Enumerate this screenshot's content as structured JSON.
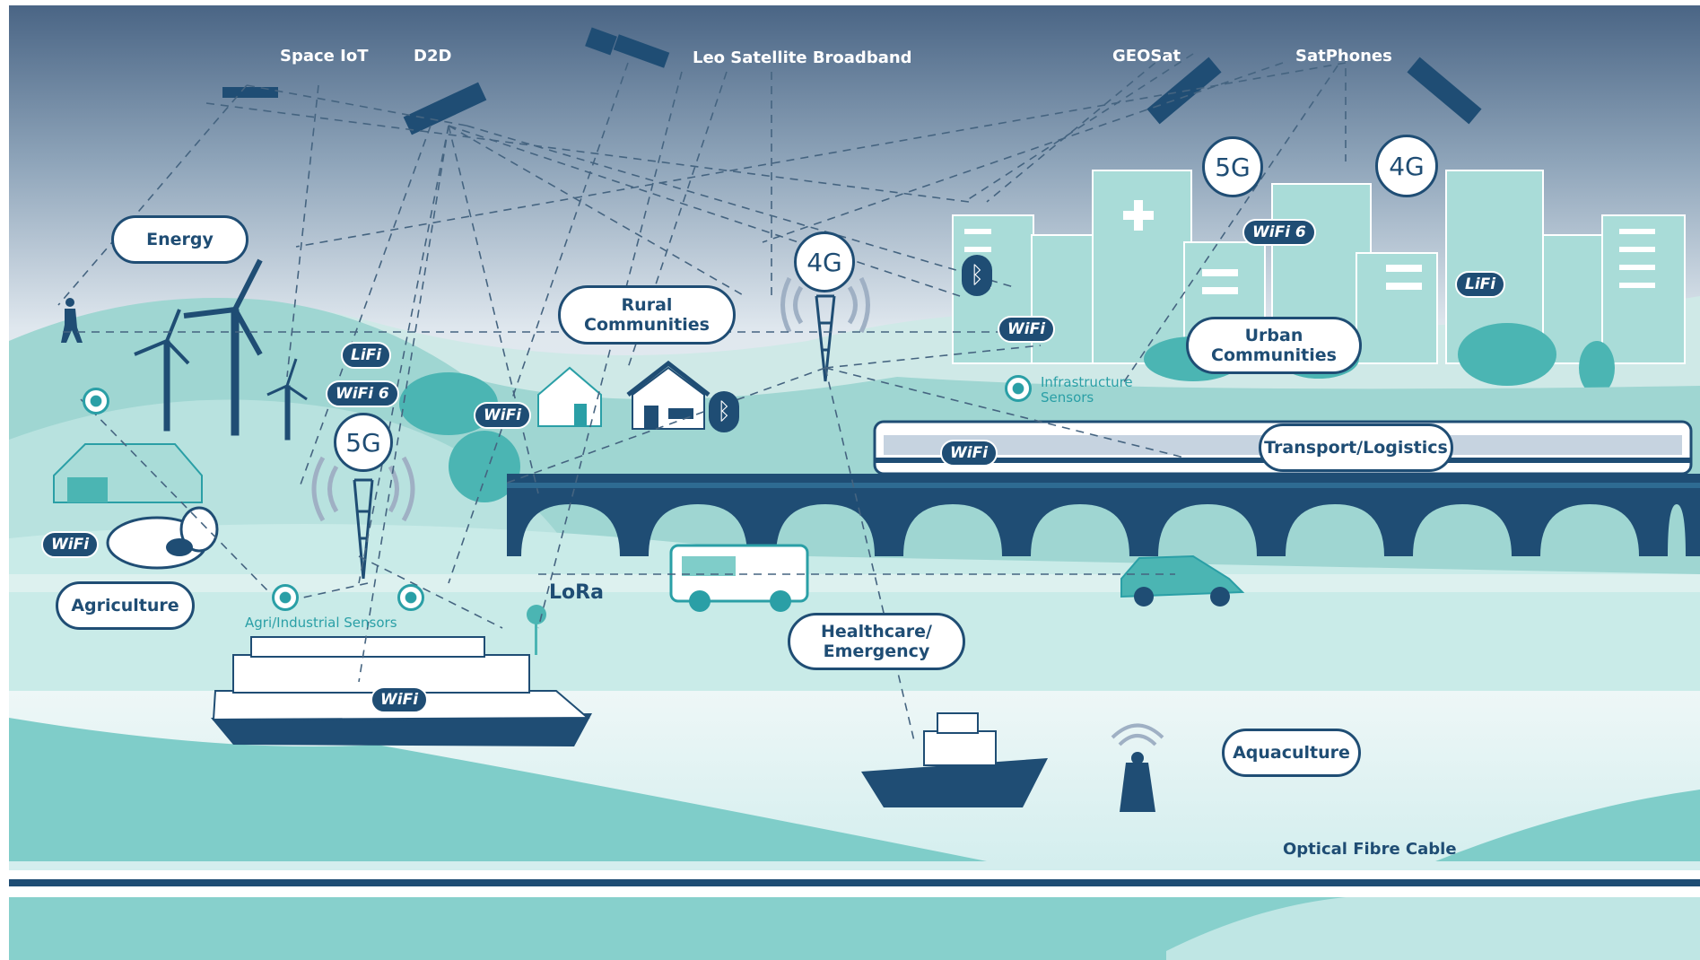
{
  "top_labels": {
    "space_iot": "Space IoT",
    "d2d": "D2D",
    "leo": "Leo Satellite Broadband",
    "geosat": "GEOSat",
    "satphones": "SatPhones"
  },
  "domains": {
    "energy": "Energy",
    "rural": "Rural\nCommunities",
    "urban": "Urban\nCommunities",
    "transport": "Transport/Logistics",
    "agriculture": "Agriculture",
    "healthcare": "Healthcare/\nEmergency",
    "aquaculture": "Aquaculture"
  },
  "networks": {
    "g5": "5G",
    "g4": "4G",
    "wifi": "WiFi",
    "wifi6": "WiFi 6",
    "lifi": "LiFi",
    "lora": "LoRa"
  },
  "sensors": {
    "infrastructure": "Infrastructure\nSensors",
    "agri": "Agri/Industrial Sensors"
  },
  "bottom": {
    "fibre": "Optical Fibre Cable"
  },
  "colors": {
    "navy": "#1f4d74",
    "teal": "#7fcdc9",
    "light_teal": "#b6e3e0",
    "sky_top": "#4a6585",
    "sensor": "#2a9fa6"
  }
}
